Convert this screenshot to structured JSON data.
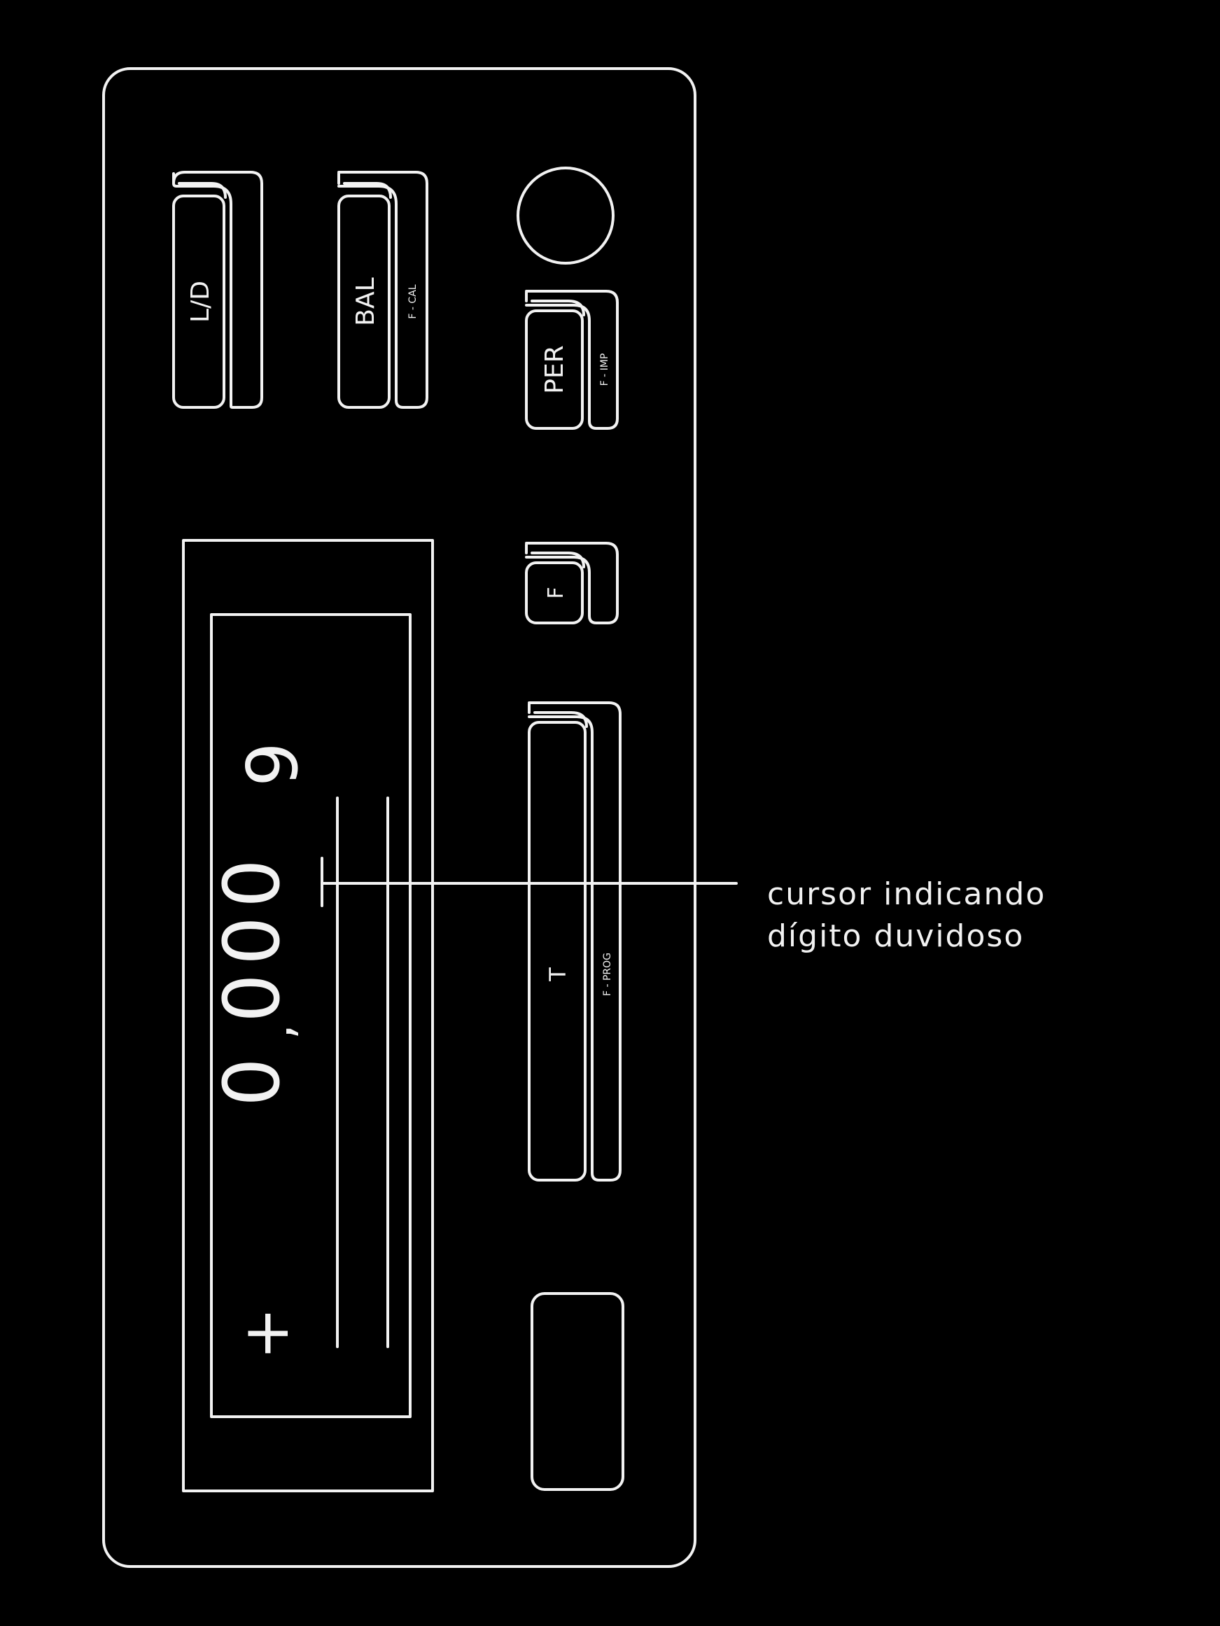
{
  "colors": {
    "background": "#000000",
    "line": "#f2f2f2"
  },
  "keys": {
    "ld_label": "L/D",
    "bal_label": "BAL",
    "bal_function": "F - CAL",
    "per_label": "PER",
    "per_function": "F - IMP",
    "f_label": "F",
    "t_label": "T",
    "t_function": "F - PROG"
  },
  "display": {
    "digits": [
      "0",
      "0",
      "0",
      "0",
      "9"
    ],
    "decimal_mark": ",",
    "sign": "+"
  },
  "callout": {
    "line1": "cursor indicando",
    "line2": "dígito duvidoso"
  }
}
